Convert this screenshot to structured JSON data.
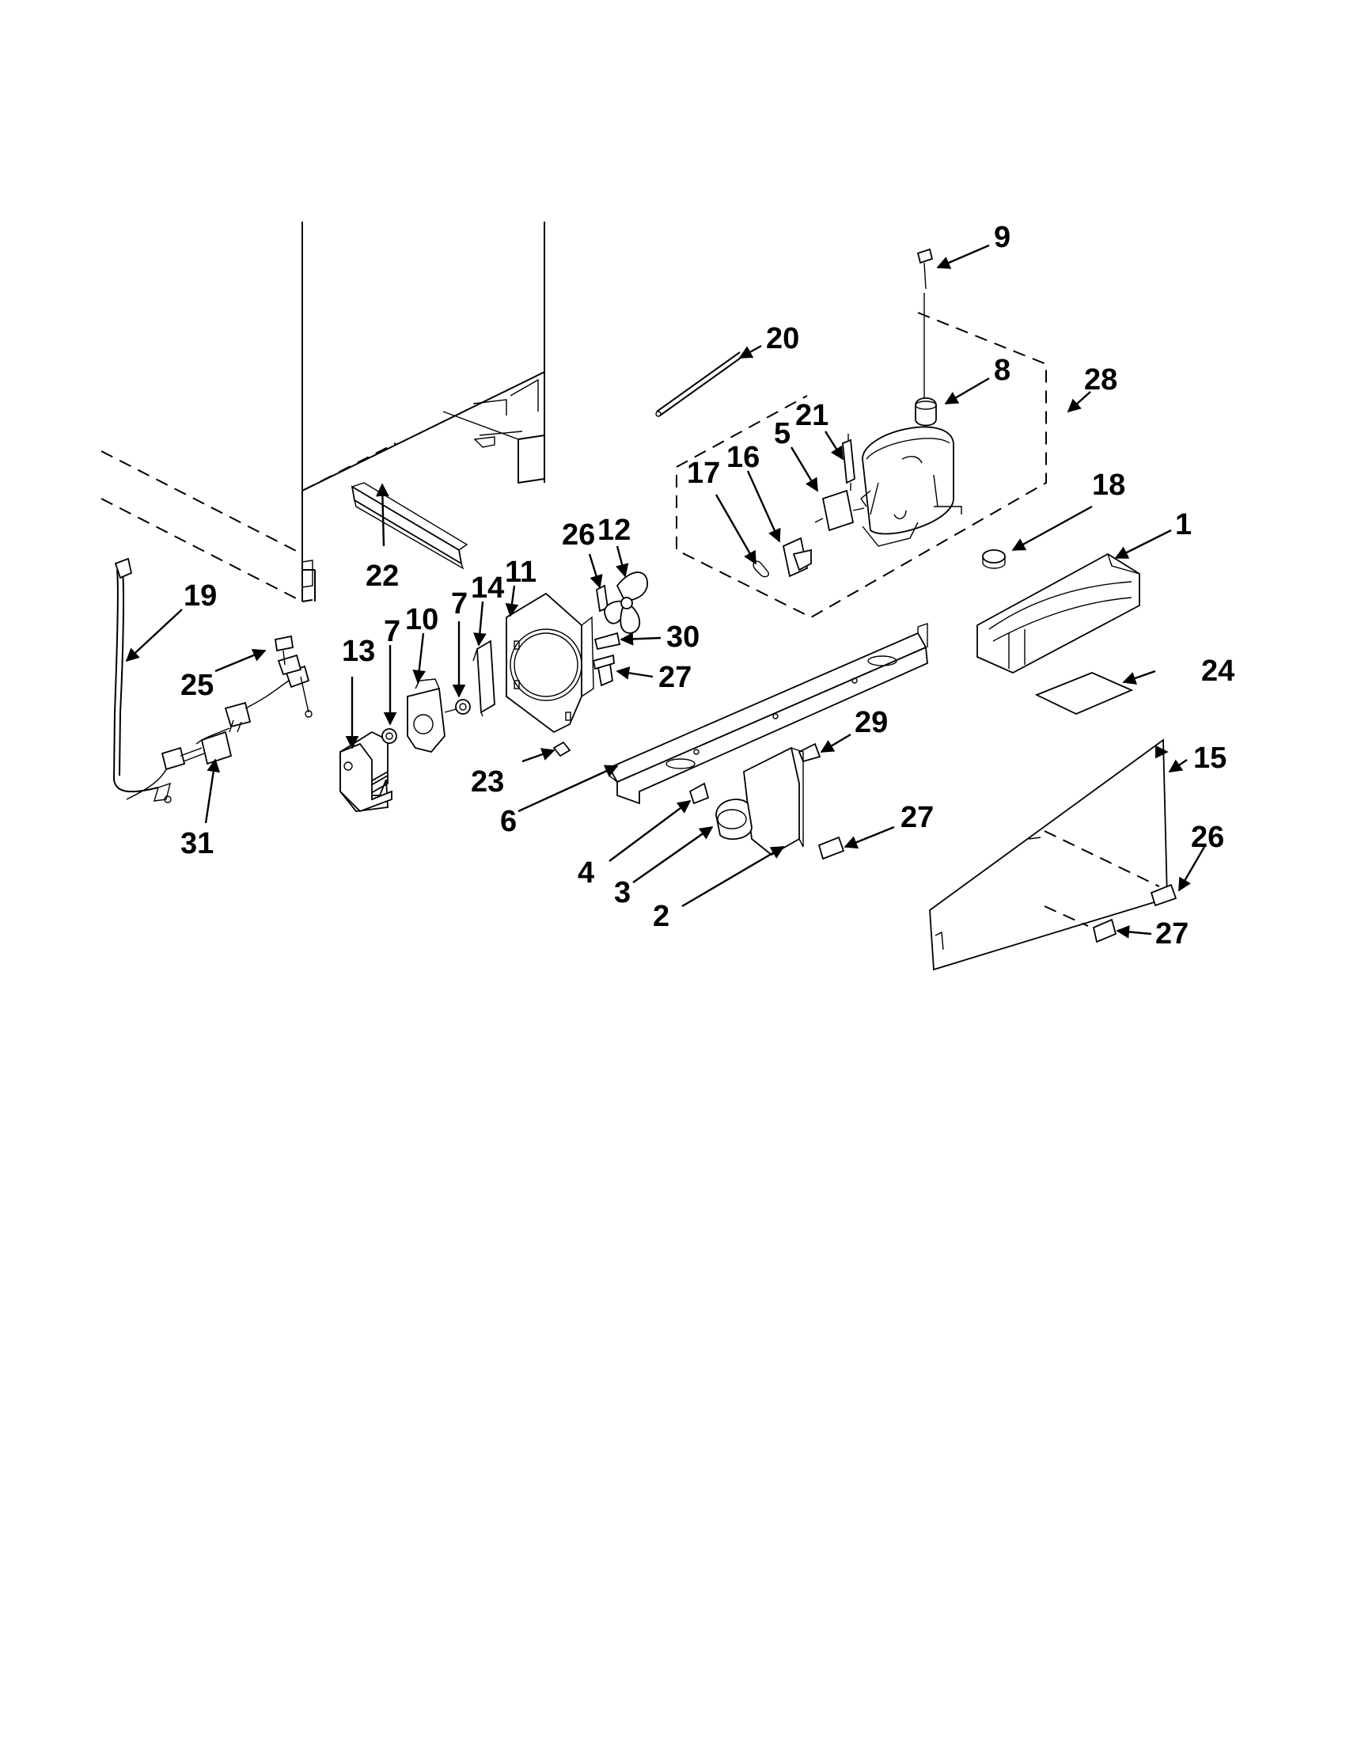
{
  "diagram": {
    "labels": {
      "l1": "1",
      "l2": "2",
      "l3": "3",
      "l4": "4",
      "l5": "5",
      "l6": "6",
      "l7a": "7",
      "l7b": "7",
      "l8": "8",
      "l9": "9",
      "l10": "10",
      "l11": "11",
      "l12": "12",
      "l13": "13",
      "l14": "14",
      "l15": "15",
      "l16": "16",
      "l17": "17",
      "l18": "18",
      "l19": "19",
      "l20": "20",
      "l21": "21",
      "l22": "22",
      "l23": "23",
      "l24": "24",
      "l25": "25",
      "l26a": "26",
      "l26b": "26",
      "l27a": "27",
      "l27b": "27",
      "l27c": "27",
      "l28": "28",
      "l29": "29",
      "l30": "30",
      "l31": "31"
    }
  }
}
